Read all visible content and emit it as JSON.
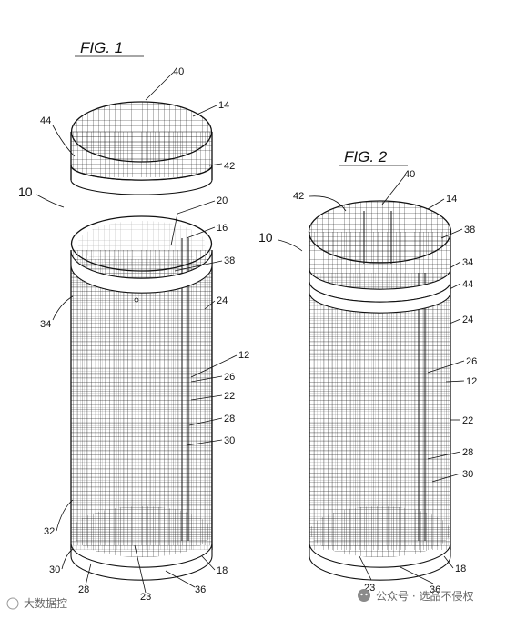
{
  "figures": [
    {
      "title": "FIG. 1",
      "refs": [
        "40",
        "14",
        "44",
        "42",
        "10",
        "20",
        "16",
        "38",
        "24",
        "34",
        "12",
        "26",
        "22",
        "28",
        "30",
        "32",
        "30",
        "28",
        "23",
        "36",
        "18"
      ]
    },
    {
      "title": "FIG. 2",
      "refs": [
        "40",
        "42",
        "14",
        "38",
        "10",
        "34",
        "44",
        "24",
        "26",
        "12",
        "22",
        "28",
        "30",
        "23",
        "36",
        "18"
      ]
    }
  ],
  "watermark": {
    "left_text": "大数据控",
    "right_text": "公众号 · 选品不侵权"
  },
  "colors": {
    "ink": "#111111",
    "paper": "#ffffff",
    "watermark": "#666666"
  }
}
